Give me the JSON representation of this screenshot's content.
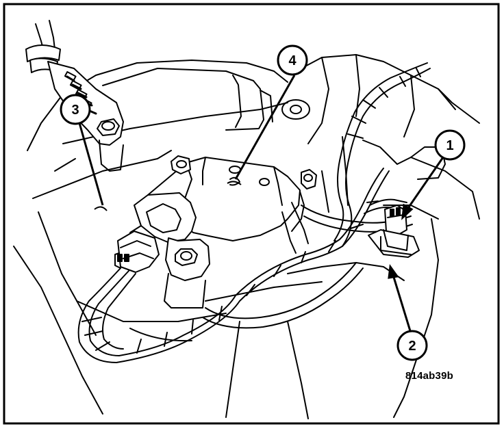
{
  "figure": {
    "code": "814ab39b",
    "callouts": [
      {
        "id": "callout-1",
        "label": "1"
      },
      {
        "id": "callout-2",
        "label": "2"
      },
      {
        "id": "callout-3",
        "label": "3"
      },
      {
        "id": "callout-4",
        "label": "4"
      }
    ]
  }
}
